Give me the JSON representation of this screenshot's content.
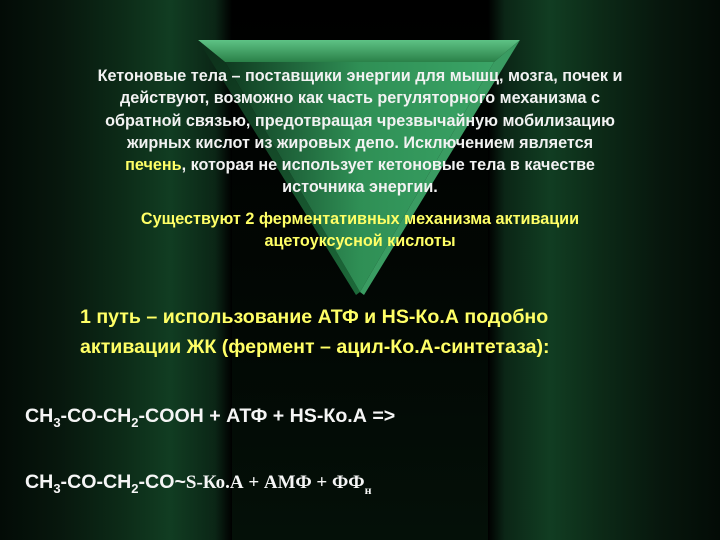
{
  "colors": {
    "background_green": "#113d22",
    "center_band": "#000000",
    "triangle_green": "#2f8f55",
    "text_white": "#f2f2f2",
    "text_yellow": "#ffff66"
  },
  "intro": {
    "lines": [
      "Кетоновые тела – поставщики энергии для мышц, мозга, почек и",
      "действуют, возможно как часть регуляторного механизма с",
      "обратной связью, предотвращая чрезвычайную мобилизацию",
      "жирных кислот из жировых депо. Исключением является"
    ],
    "last_line_highlight": "печень",
    "last_line_rest": ", которая не использует кетоновые тела в качестве",
    "final_line": "источника энергии."
  },
  "mechanisms": {
    "line1": "Существуют 2 ферментативных механизма активации",
    "line2": "ацетоуксусной кислоты"
  },
  "path1": {
    "line1": "1 путь – использование АТФ и HS-Ко.А подобно",
    "line2": "активации ЖК (фермент – ацил-Ко.А-синтетаза):"
  },
  "equation1": {
    "ch": "CH",
    "sub1": "3",
    "mid": "-CO-CH",
    "sub2": "2",
    "rest": "-COOH + АТФ + HS-Ко.А =>"
  },
  "equation2": {
    "ch": "CH",
    "sub1": "3",
    "mid": "-CO-CH",
    "sub2": "2",
    "rest_sans": "-CO~",
    "rest_serif": "S-Ко.А  +  АМФ  +  ФФ",
    "sub_final": "н"
  }
}
